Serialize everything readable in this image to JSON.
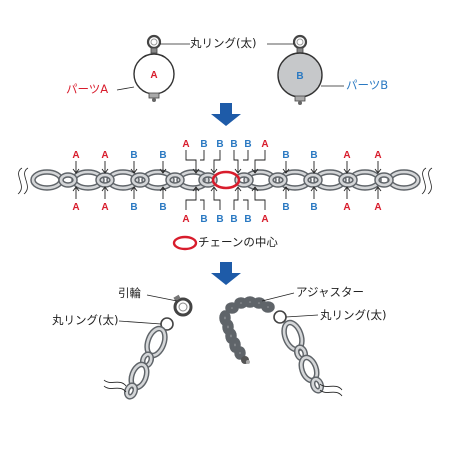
{
  "labels": {
    "round_ring_large": "丸リング(太)",
    "part_a": "パーツA",
    "part_b": "パーツB",
    "chain_center": "チェーンの中心",
    "clasp": "引輪",
    "round_ring_large_left": "丸リング(太)",
    "adjuster": "アジャスター",
    "round_ring_large_right": "丸リング(太)"
  },
  "parts": {
    "a_letter": "A",
    "b_letter": "B"
  },
  "sequence": {
    "top": [
      "A",
      "A",
      "B",
      "B",
      "A",
      "B",
      "B",
      "B",
      "B",
      "A",
      "B",
      "B",
      "A",
      "A"
    ],
    "bottom": [
      "A",
      "A",
      "B",
      "B",
      "A",
      "B",
      "B",
      "B",
      "B",
      "A",
      "B",
      "B",
      "A",
      "A"
    ]
  },
  "colors": {
    "red": "#d81c2c",
    "blue": "#2a79c2",
    "arrow": "#1e5ba8",
    "chain": "#5f6469",
    "part_b_fill": "#c6c8ca"
  }
}
